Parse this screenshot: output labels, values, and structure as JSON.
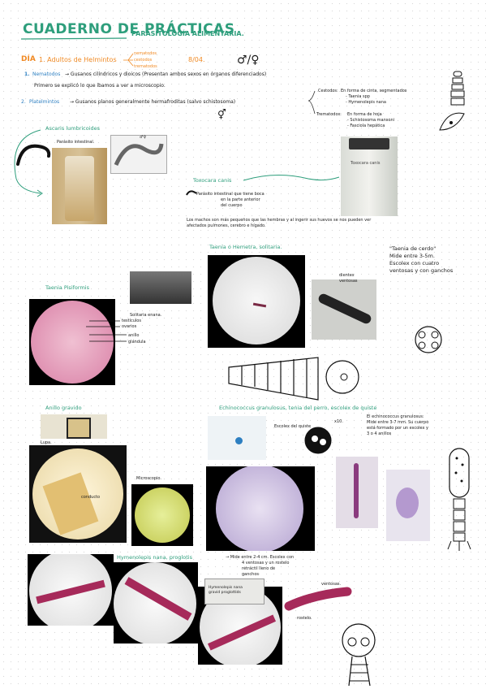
{
  "header": {
    "title": "CUADERNO DE PRÁCTICAS",
    "subtitle": "PARASITOLOGÍA ALIMENTARIA."
  },
  "day": {
    "label": "DÍA",
    "topic": "1. Adultos de Helmintos",
    "branches": [
      "nematodos",
      "cestodos",
      "trematodos"
    ],
    "date": "8/04.",
    "sex_symbols": "♂/♀"
  },
  "nematodos": {
    "number": "1.",
    "name": "Nematodos",
    "text": "→ Gusanos cilíndricos y dioicos (Presentan ambos sexos en órganos diferenciados)",
    "note": "Primero se explicó lo que íbamos a ver a microscopio."
  },
  "platelmintos": {
    "number": "2.",
    "name": "Platelmintos",
    "text": "→ Gusanos planos generalmente hermafroditas (salvo schistosoma)",
    "cestodos_label": "Cestodos:",
    "cestodos": [
      "En forma de cinta, segmentados",
      "- Taenia spp",
      "- Hymenolepis nana"
    ],
    "trematodos_label": "Trematodos:",
    "trematodos": [
      "En forma de hoja",
      "- Schistosoma mansoni",
      "- Fasciola hepática"
    ],
    "symbol": "⚥"
  },
  "ascaris": {
    "title": "Ascaris lumbricoides",
    "label": "Parásito intestinal.",
    "badge": "♂♀"
  },
  "toxocara": {
    "title": "Toxocara canis",
    "jar_label": "Toxocara canis",
    "note": [
      "Parásito intestinal que tiene boca",
      "en la parte anterior",
      "del cuerpo"
    ],
    "description": [
      "Los machos son más pequeños que las hembras y al ingerir sus huevos se nos pueden ver",
      "afectados pulmones, cerebro e hígado."
    ]
  },
  "taenia_ovis": {
    "title": "Taenia o Hemetra, solitaria.",
    "labels": [
      "dientes",
      "ventosas"
    ]
  },
  "taenia_cerdo": {
    "lines": [
      "\"Taenia de cerdo\"",
      "Mide entre 3-5m.",
      "Escolex con cuatro",
      "ventosas y con ganchos"
    ]
  },
  "taenia_pisiformis": {
    "title": "Taenia Pisiformis",
    "labels": [
      "Solitaria enana.",
      "testículos",
      "ovarios",
      "anillo",
      "glándula"
    ]
  },
  "anillo": {
    "title": "Anillo gravido",
    "lupa": "Lupa.",
    "conducto": "conducto",
    "microscopio": "Microscopio."
  },
  "echinococcus": {
    "title": "Echinococcus granulosus, tenia del perro, escolex de quiste",
    "label": "Escolex del quiste",
    "mag": "x10.",
    "lines": [
      "El echinococcus granulosus:",
      "Mide entre 3-7 mm. Su cuerpo",
      "está formado por un escolex y",
      "3 o 4 anillos"
    ]
  },
  "hymenolepis": {
    "title": "Hymenolepis nana, proglotis",
    "text": [
      "→ Mide entre 2-4 cm. Escolex con",
      "4 ventosas y un rostelo",
      "retráctil lleno de",
      "ganchos"
    ],
    "labels": [
      "ventosas.",
      "rostelo."
    ],
    "slide": [
      "Hymenolepis nana",
      "gravid proglottids"
    ]
  },
  "colors": {
    "accent_green": "#2e9e7c",
    "accent_orange": "#f08a24",
    "accent_blue": "#2d7fc1"
  }
}
